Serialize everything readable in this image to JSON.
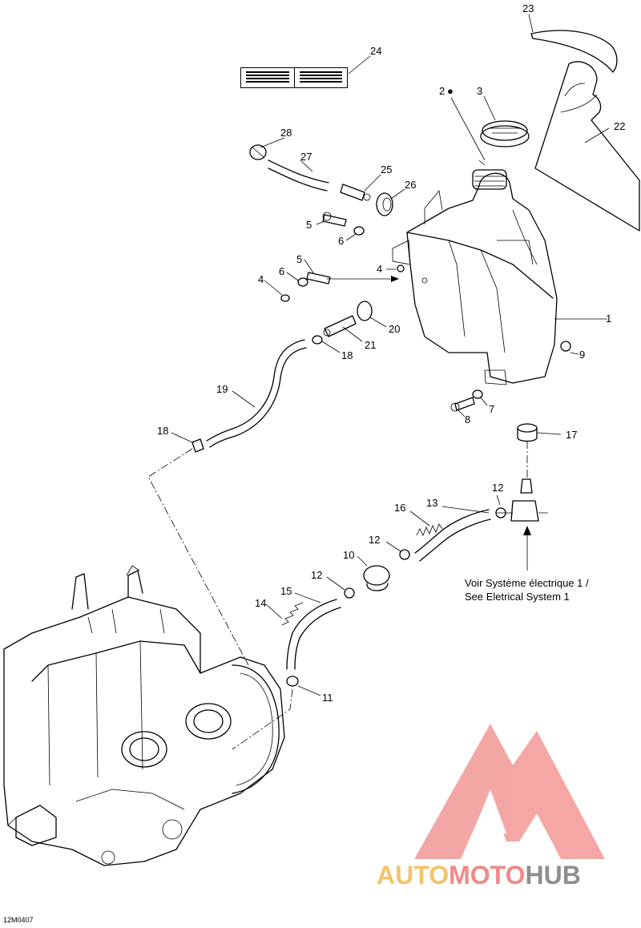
{
  "callouts": {
    "c1": "1",
    "c2": "2",
    "c3": "3",
    "c4a": "4",
    "c4b": "4",
    "c5a": "5",
    "c5b": "5",
    "c6a": "6",
    "c6b": "6",
    "c7": "7",
    "c8": "8",
    "c9": "9",
    "c10": "10",
    "c11": "11",
    "c12a": "12",
    "c12b": "12",
    "c12c": "12",
    "c13": "13",
    "c14": "14",
    "c15": "15",
    "c16": "16",
    "c17": "17",
    "c18a": "18",
    "c18b": "18",
    "c19": "19",
    "c20": "20",
    "c21": "21",
    "c22": "22",
    "c23": "23",
    "c24": "24",
    "c25": "25",
    "c26": "26",
    "c27": "27",
    "c28": "28"
  },
  "note": {
    "line_fr": "Voir Système électrique 1 /",
    "line_en": "See Eletrical System 1"
  },
  "figure_code": "12M0407",
  "watermark": {
    "part1": "AUTO",
    "part2": "MOTO",
    "part3": "HUB",
    "colors": {
      "part1": "#f3c36a",
      "part2": "#f08a86",
      "part3": "#8e8e8e",
      "logo": "#f08a86"
    }
  }
}
